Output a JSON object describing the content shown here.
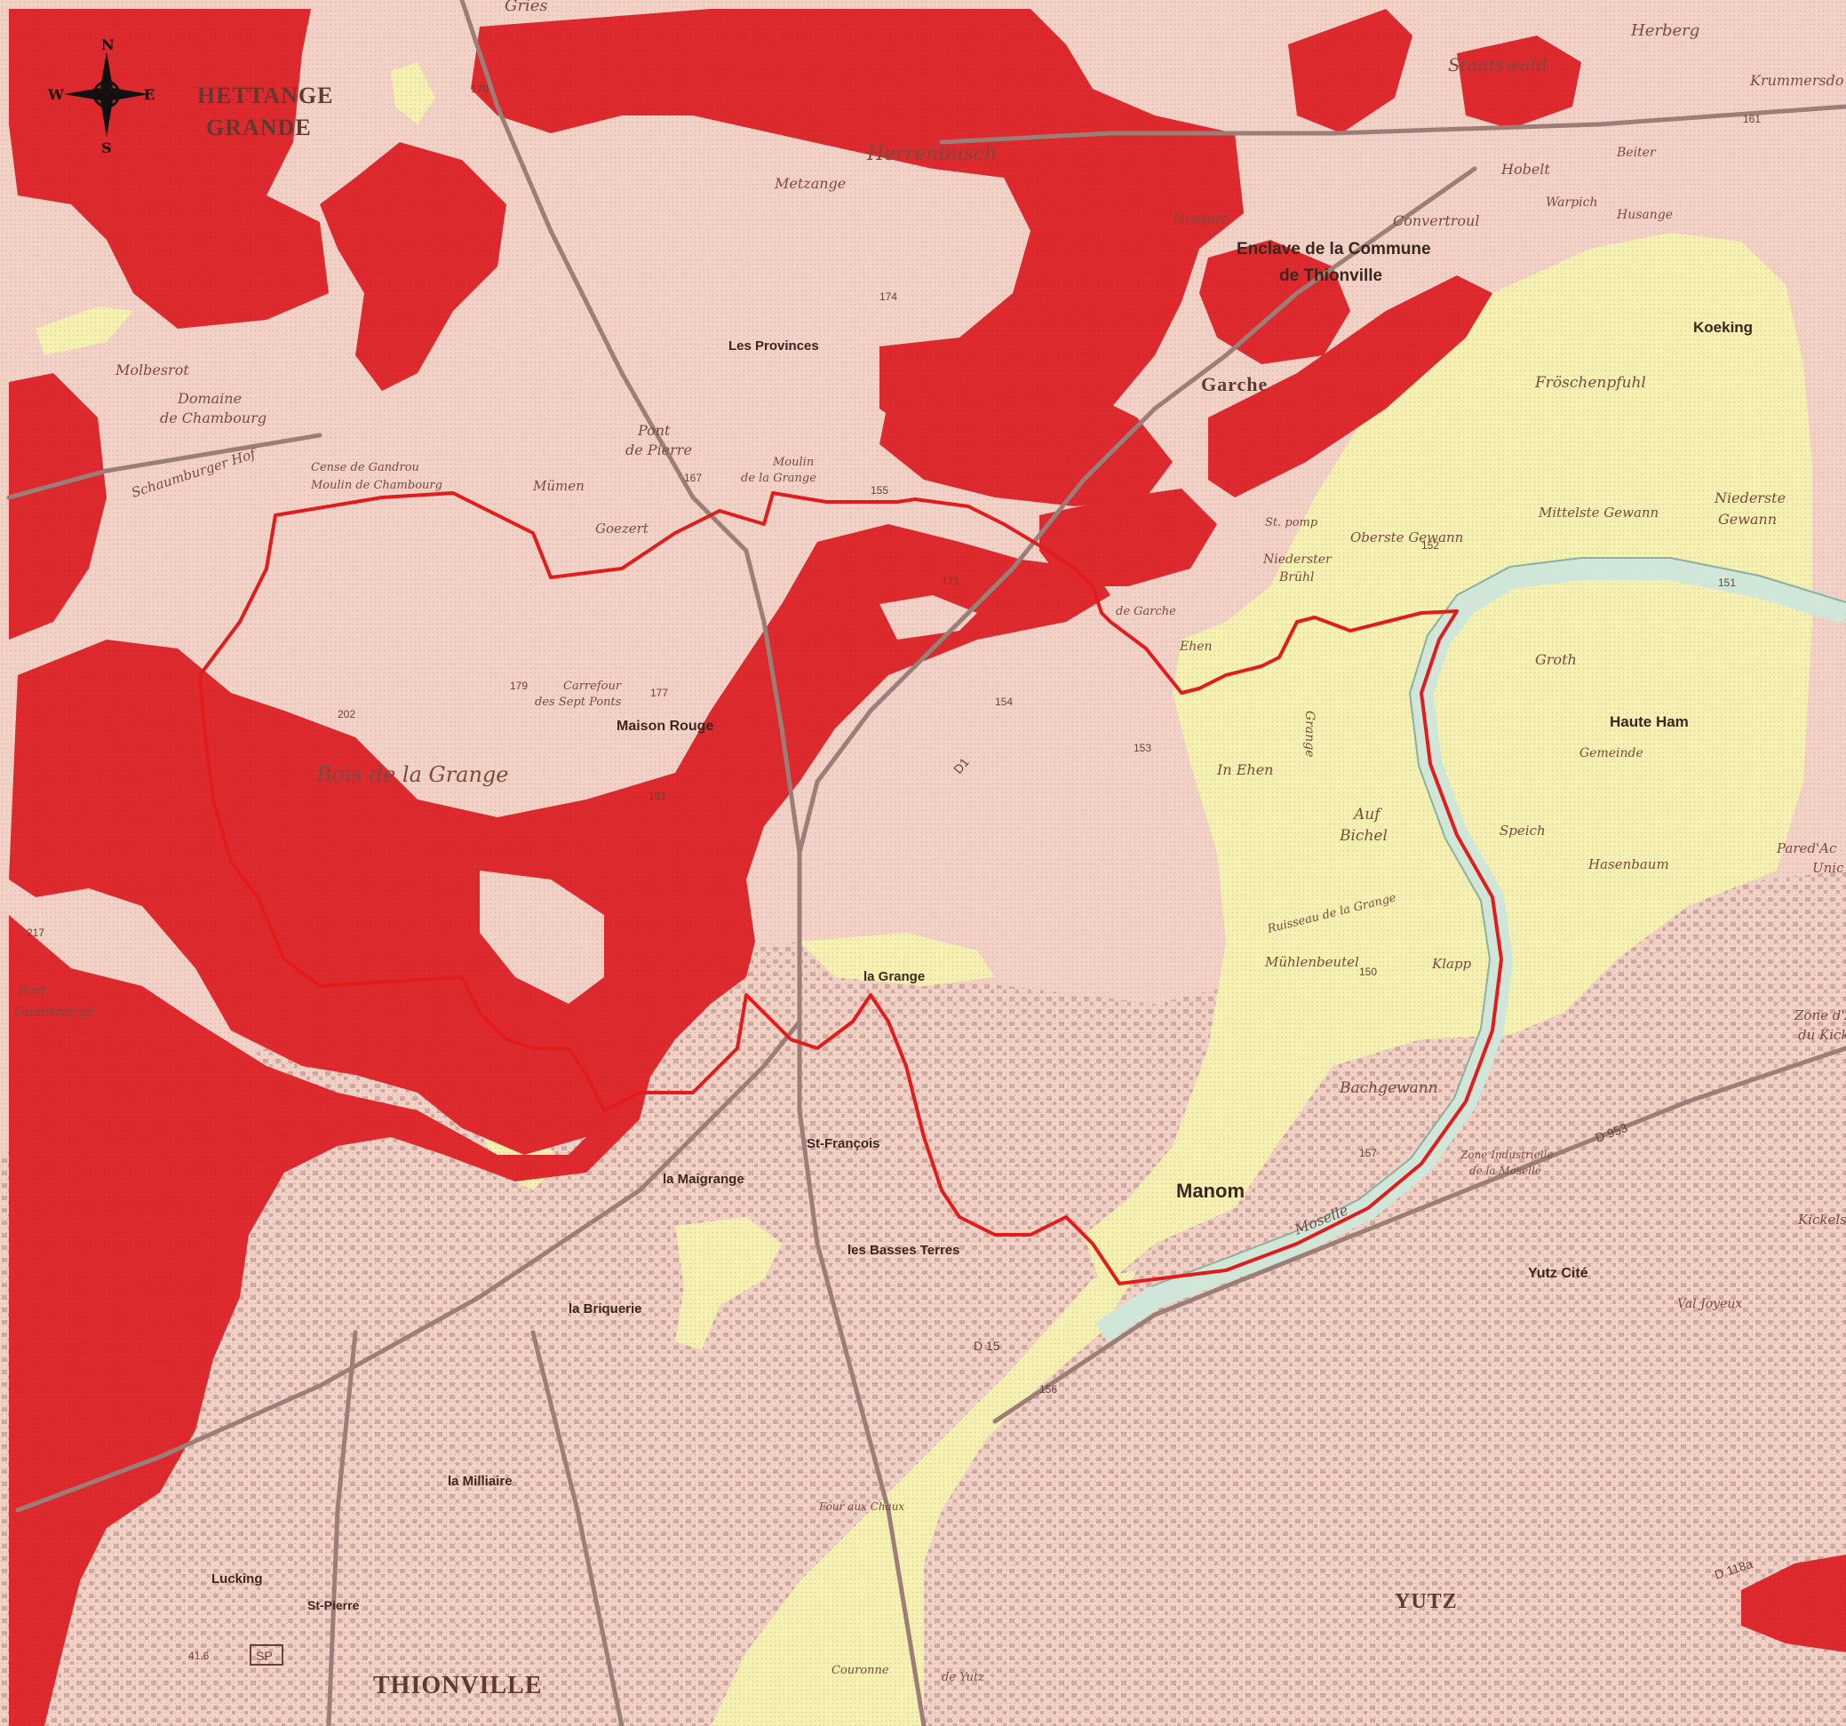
{
  "map": {
    "colors": {
      "background": "#f2d2c6",
      "high_zone": "#de2a2e",
      "low_zone": "#f4f1b2",
      "boundary": "#e21c1c",
      "road": "#9a7e77",
      "river": "#cfe6d8",
      "built": "#b89189"
    },
    "compass": {
      "north": "N",
      "south": "S",
      "east": "E",
      "west": "W",
      "icon": "compass-rose-icon"
    },
    "labels": {
      "hettange_1": "HETTANGE",
      "hettange_2": "GRANDE",
      "gries": "Gries",
      "herrenbusch": "Herrenbusch",
      "metzange": "Metzange",
      "herberg": "Herberg",
      "staatswald": "Staatswald",
      "krummersdorf": "Krummersdo",
      "hobelt": "Hobelt",
      "beiter": "Beiter",
      "warpich": "Warpich",
      "husange": "Husange",
      "hostert": "Hostert",
      "convertroul": "Convertroul",
      "enclave_1": "Enclave de la Commune",
      "enclave_2": "de Thionville",
      "koeking": "Koeking",
      "froschenpfuhl": "Fröschenpfuhl",
      "garche": "Garche",
      "les_provinces": "Les Provinces",
      "molbesrot": "Molbesrot",
      "domaine_1": "Domaine",
      "domaine_2": "de Chambourg",
      "pont_1": "Pont",
      "pont_2": "de Pierre",
      "moulin_1": "Moulin",
      "moulin_2": "de la Grange",
      "schaumburger": "Schaumburger Hof",
      "cense_1": "Cense de Gandrou",
      "cense_2": "Moulin de Chambourg",
      "mumen": "Mümen",
      "goezert": "Goezert",
      "st_pomp": "St. pomp",
      "oberste": "Oberste Gewann",
      "mittelste": "Mittelste Gewann",
      "niederste_1": "Niederste",
      "niederste_2": "Gewann",
      "niederster_1": "Niederster",
      "niederster_2": "Brühl",
      "de_garche": "de Garche",
      "ehen": "Ehen",
      "groth": "Groth",
      "haute_ham": "Haute Ham",
      "gemeinde": "Gemeinde",
      "carrefour_1": "Carrefour",
      "carrefour_2": "des Sept Ponts",
      "maison_rouge": "Maison Rouge",
      "bois_grange": "Bois de la Grange",
      "in_ehen": "In Ehen",
      "auf_1": "Auf",
      "auf_2": "Bichel",
      "grange": "Grange",
      "speich": "Speich",
      "hasenbaum": "Hasenbaum",
      "pared_1": "Pared'Ac",
      "pared_2": "Unic",
      "muhlenbeutel": "Mühlenbeutel",
      "klapp": "Klapp",
      "la_grange": "la Grange",
      "fort_1": "Fort",
      "fort_2": "Guentrange",
      "zone_1": "Zone d'A",
      "zone_2": "du Kicke",
      "bachgewann": "Bachgewann",
      "manom": "Manom",
      "st_francois": "St-François",
      "la_maigrange": "la Maigrange",
      "basses_terres": "les Basses Terres",
      "yutz_cite": "Yutz Cité",
      "val_joyeux": "Val Joyeux",
      "kickels": "Kickels",
      "la_briquerie": "la Briquerie",
      "zone_ind_1": "Zone Industrielle",
      "zone_ind_2": "de la Moselle",
      "la_milliaire": "la Milliaire",
      "four_chaux": "Four aux Chaux",
      "fort_yutz": "de Yutz",
      "couronne": "Couronne",
      "yutz": "YUTZ",
      "thionville": "THIONVILLE",
      "st_pierre": "St-Pierre",
      "lucking": "Lucking",
      "moselle": "Moselle",
      "ruisseau": "Ruisseau de la Grange"
    },
    "altitudes": [
      "170",
      "174",
      "155",
      "153",
      "152",
      "151",
      "150",
      "202",
      "191",
      "179",
      "177",
      "171",
      "167",
      "161",
      "154",
      "157",
      "156",
      "217",
      "41.6"
    ],
    "roads": {
      "d1": "D1",
      "d953": "D 953",
      "d118a": "D 118a",
      "d15": "D 15"
    },
    "sp": "SP"
  }
}
